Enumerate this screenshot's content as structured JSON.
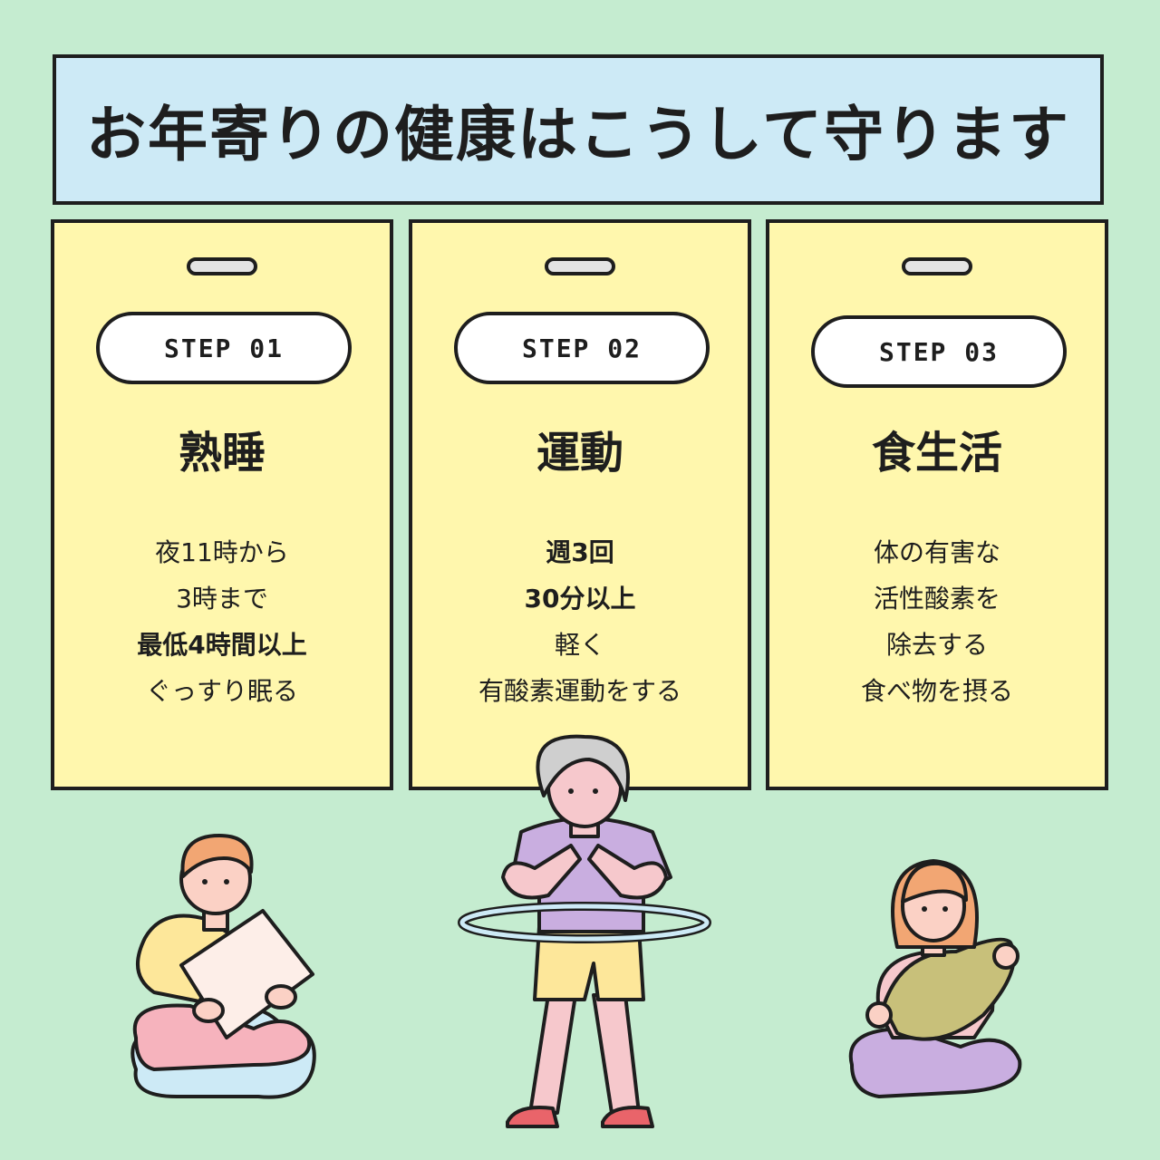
{
  "header": {
    "title": "お年寄りの健康はこうして守ります"
  },
  "cards": [
    {
      "step": "STEP 01",
      "title": "熟睡",
      "lines": [
        {
          "text": "夜11時から",
          "bold": false
        },
        {
          "text": "3時まで",
          "bold": false
        },
        {
          "text": "最低4時間以上",
          "bold": true
        },
        {
          "text": "ぐっすり眠る",
          "bold": false
        }
      ]
    },
    {
      "step": "STEP 02",
      "title": "運動",
      "lines": [
        {
          "text": "週3回",
          "bold": true
        },
        {
          "text": "30分以上",
          "bold": true
        },
        {
          "text": "軽く",
          "bold": false
        },
        {
          "text": "有酸素運動をする",
          "bold": false
        }
      ]
    },
    {
      "step": "STEP 03",
      "title": "食生活",
      "lines": [
        {
          "text": "体の有害な",
          "bold": false
        },
        {
          "text": "活性酸素を",
          "bold": false
        },
        {
          "text": "除去する",
          "bold": false
        },
        {
          "text": "食べ物を摂る",
          "bold": false
        }
      ]
    }
  ],
  "colors": {
    "background": "#c5ecd0",
    "header_bg": "#cdeaf6",
    "card_bg": "#fff7ad",
    "outline": "#1e1e1e"
  }
}
